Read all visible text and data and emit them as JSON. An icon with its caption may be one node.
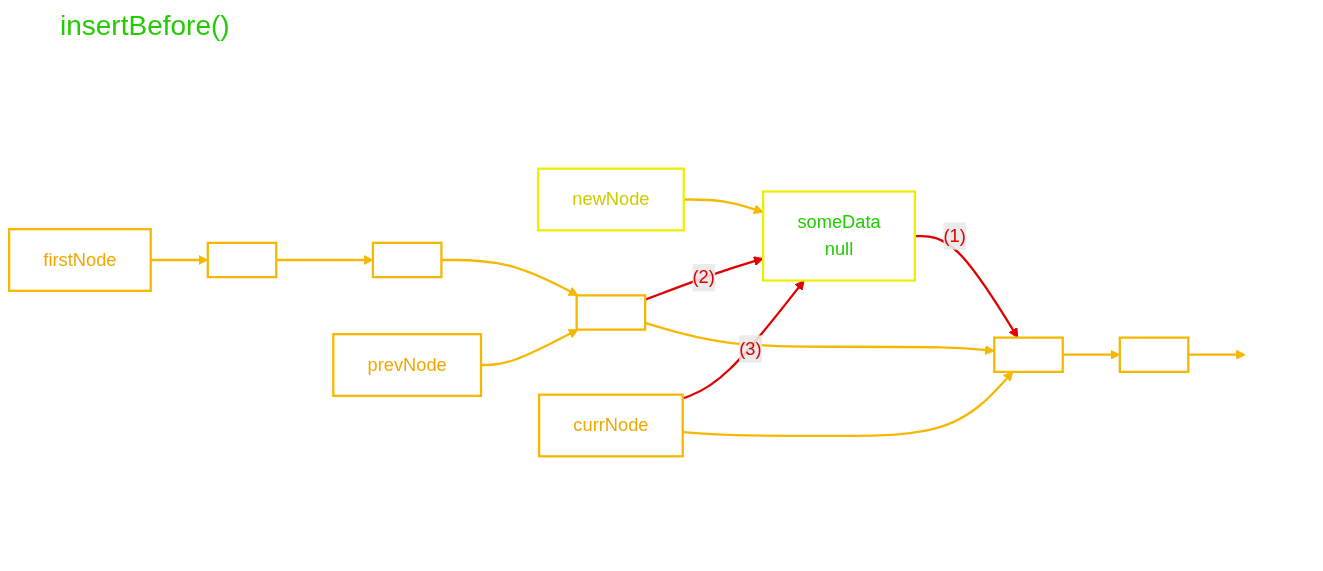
{
  "diagram": {
    "title": "insertBefore()",
    "nodes": [
      {
        "text": [
          "newNode"
        ]
      },
      {
        "text": [
          "someData",
          "null"
        ]
      },
      {
        "text": [],
        "shape": "box"
      },
      {
        "text": [],
        "shape": "box"
      },
      {
        "text": [],
        "shape": "box"
      },
      {
        "text": [],
        "shape": "box"
      },
      {
        "text": [],
        "shape": "box"
      },
      {
        "text": [
          "firstNode"
        ]
      },
      {
        "text": [
          "prevNode"
        ]
      },
      {
        "text": [
          "currNode"
        ]
      }
    ],
    "edges": [
      {
        "from": 0,
        "to": 1,
        "arrow": "to"
      },
      {
        "from": 2,
        "to": 3,
        "arrow": "to"
      },
      {
        "from": 3,
        "to": 4,
        "arrow": "to"
      },
      {
        "from": 4,
        "to": 5,
        "arrow": "to"
      },
      {
        "from": 5,
        "to": 6,
        "arrow": "to"
      },
      {
        "from": 6,
        "to": null,
        "arrow": "to"
      },
      {
        "from": 7,
        "to": 2,
        "arrow": "to"
      },
      {
        "from": 8,
        "to": 4,
        "arrow": "to"
      },
      {
        "from": 9,
        "to": 5,
        "arrow": "to"
      },
      {
        "from": 1,
        "to": 5,
        "arrow": "to",
        "label": "(1)",
        "color": "#e00000"
      },
      {
        "from": 4,
        "to": 1,
        "arrow": "to",
        "label": "(2)",
        "color": "#e00000"
      },
      {
        "from": 9,
        "to": 1,
        "arrow": "to",
        "label": "(3)",
        "color": "#e00000"
      }
    ]
  }
}
